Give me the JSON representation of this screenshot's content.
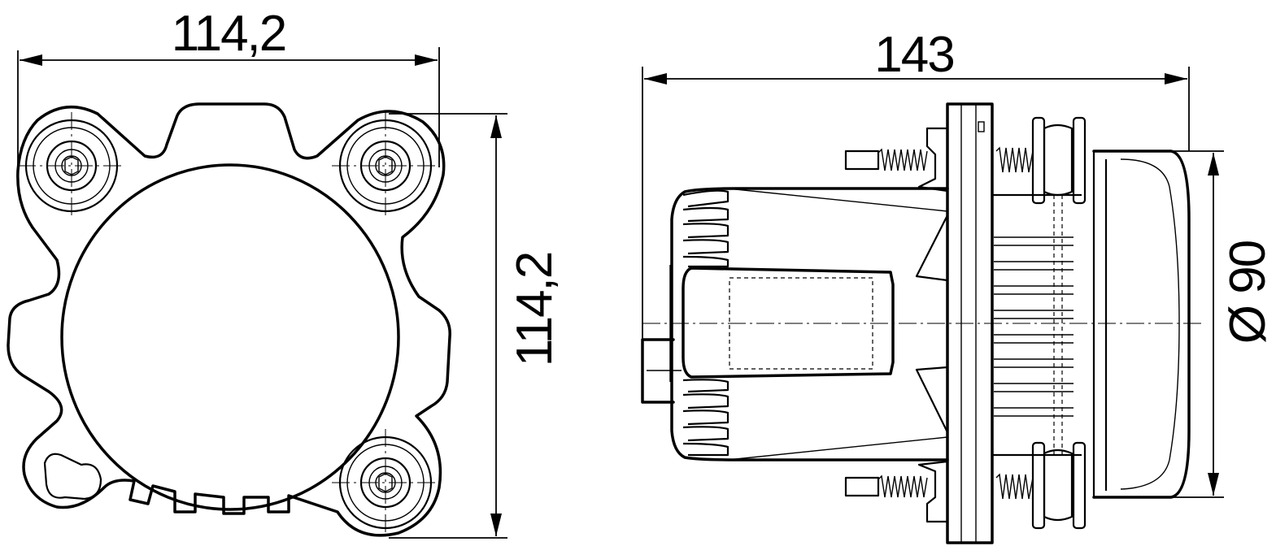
{
  "front_view": {
    "width_dimension": "114,2",
    "height_dimension": "114,2"
  },
  "side_view": {
    "length_dimension": "143",
    "diameter_dimension": "Ø 90"
  }
}
